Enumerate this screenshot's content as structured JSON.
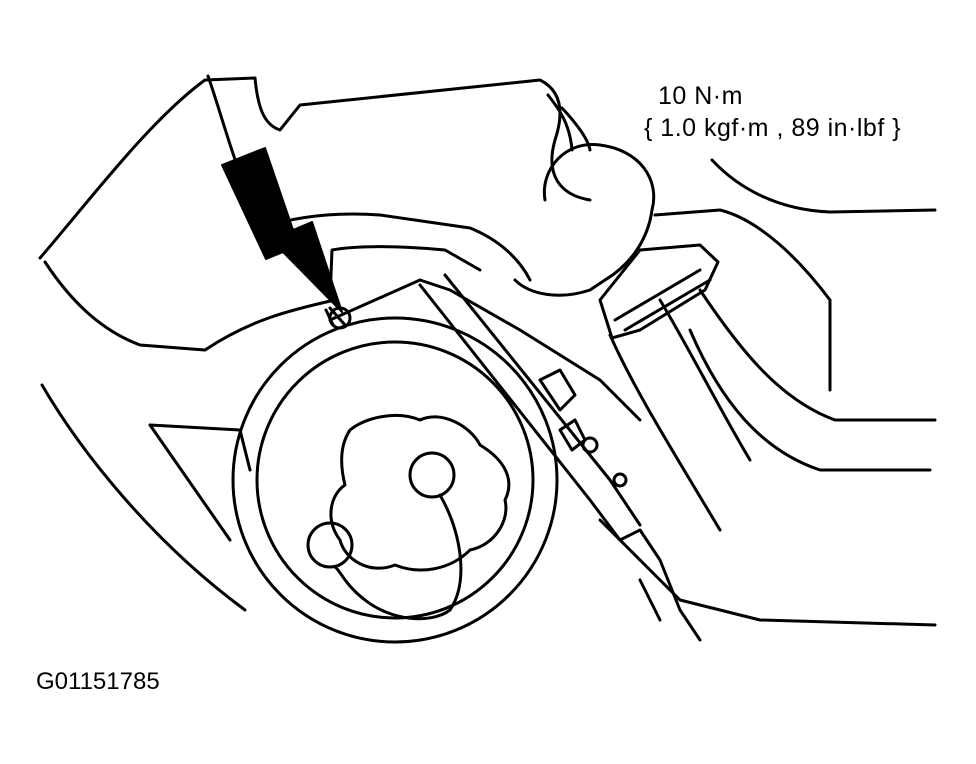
{
  "torque_spec": {
    "line1": "10  N·m",
    "line2": "{ 1.0 kgf·m , 89 in·lbf }"
  },
  "figure_id": "G01151785",
  "colors": {
    "line": "#000000",
    "background": "#ffffff"
  },
  "icons": [
    "pointer-arrow-icon"
  ]
}
